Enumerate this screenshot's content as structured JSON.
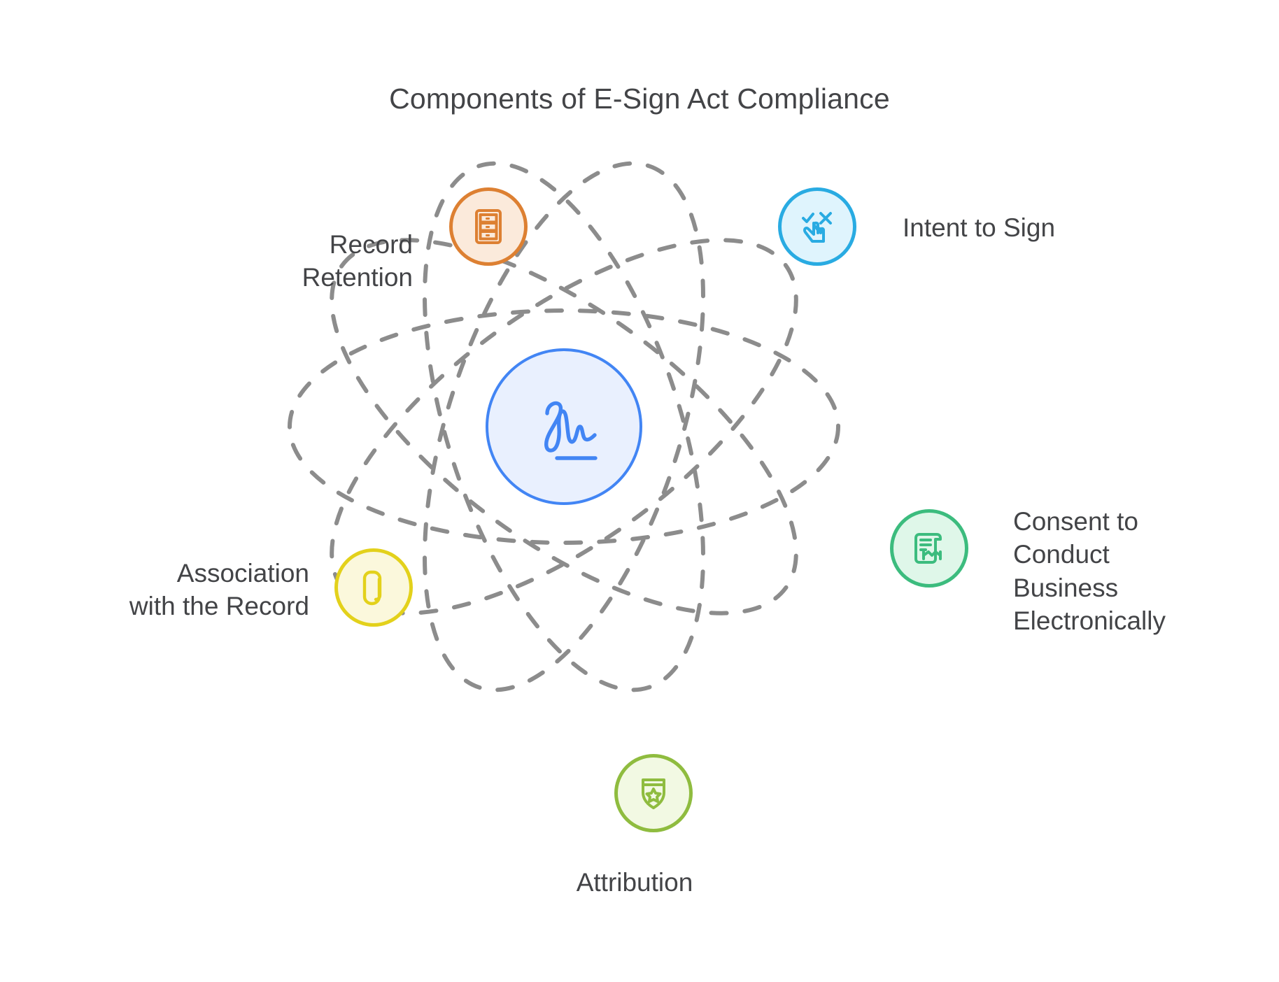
{
  "title": "Components of E-Sign Act Compliance",
  "diagram": {
    "type": "atom-orbit",
    "center": {
      "name": "signature",
      "icon": "signature-icon",
      "stroke_color": "#4285f4",
      "fill_color": "#e9f0fe"
    },
    "nodes": [
      {
        "id": "record-retention",
        "label": "Record\nRetention",
        "icon": "archive-cabinet-icon",
        "stroke_color": "#dd8032",
        "fill_color": "#fbeadb",
        "label_align": "right"
      },
      {
        "id": "intent-to-sign",
        "label": "Intent to Sign",
        "icon": "pointing-hand-check-cross-icon",
        "stroke_color": "#29abe2",
        "fill_color": "#dff4fd",
        "label_align": "left"
      },
      {
        "id": "consent-to-conduct-business-electronically",
        "label": "Consent to\nConduct\nBusiness\nElectronically",
        "icon": "contract-handshake-icon",
        "stroke_color": "#3cbc7e",
        "fill_color": "#dff7e9",
        "label_align": "left"
      },
      {
        "id": "attribution",
        "label": "Attribution",
        "icon": "shield-star-icon",
        "stroke_color": "#8fbc3f",
        "fill_color": "#f2f9e3",
        "label_align": "center"
      },
      {
        "id": "association-with-the-record",
        "label": "Association\nwith the Record",
        "icon": "paperclip-icon",
        "stroke_color": "#e3d11b",
        "fill_color": "#fbf8dc",
        "label_align": "right"
      }
    ],
    "orbit_color": "#8c8c8c",
    "background_color": "#ffffff",
    "text_color": "#434447"
  }
}
